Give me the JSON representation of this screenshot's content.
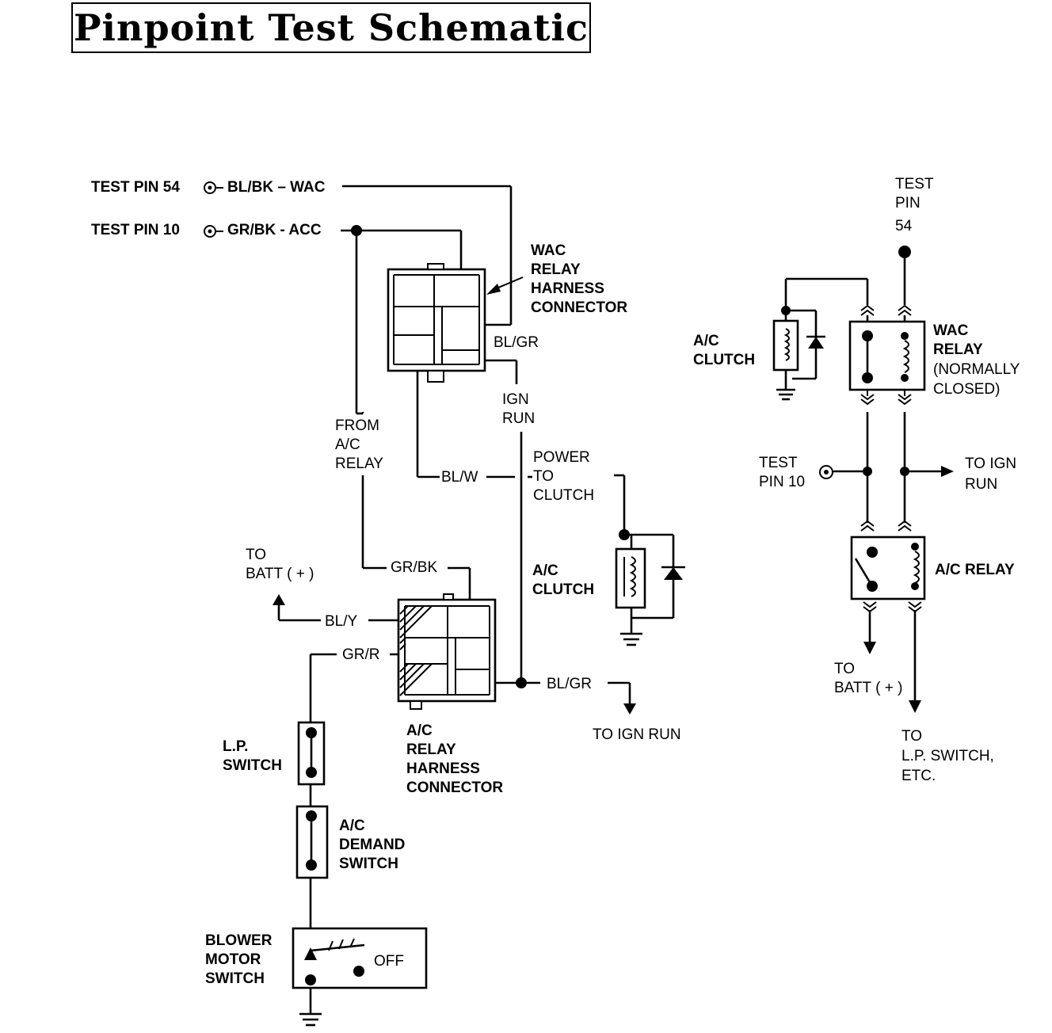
{
  "title": "Pinpoint Test Schematic",
  "labels": {
    "test_pin_54_line": "TEST PIN 54",
    "bl_bk_wac": "BL/BK – WAC",
    "test_pin_10_line": "TEST PIN 10",
    "gr_bk_acc": "GR/BK - ACC",
    "wac_relay_harness_connector": [
      "WAC",
      "RELAY",
      "HARNESS",
      "CONNECTOR"
    ],
    "bl_gr_top": "BL/GR",
    "ign_run": [
      "IGN",
      "RUN"
    ],
    "from_ac_relay": [
      "FROM",
      "A/C",
      "RELAY"
    ],
    "bl_w": "BL/W",
    "power_to_clutch": [
      "POWER",
      "TO",
      "CLUTCH"
    ],
    "ac_clutch_left": [
      "A/C",
      "CLUTCH"
    ],
    "to_batt_left": [
      "TO",
      "BATT ( + )"
    ],
    "bl_y": "BL/Y",
    "gr_bk_lower": "GR/BK",
    "gr_r": "GR/R",
    "bl_gr_lower": "BL/GR",
    "to_ign_run_lower": "TO IGN RUN",
    "ac_relay_harness_connector": [
      "A/C",
      "RELAY",
      "HARNESS",
      "CONNECTOR"
    ],
    "lp_switch": [
      "L.P.",
      "SWITCH"
    ],
    "ac_demand_switch": [
      "A/C",
      "DEMAND",
      "SWITCH"
    ],
    "blower_motor_switch": [
      "BLOWER",
      "MOTOR",
      "SWITCH"
    ],
    "off": "OFF",
    "test_pin_54_right": [
      "TEST",
      "PIN",
      "54"
    ],
    "ac_clutch_right": [
      "A/C",
      "CLUTCH"
    ],
    "wac_relay_right": [
      "WAC",
      "RELAY",
      "(NORMALLY",
      "CLOSED)"
    ],
    "test_pin_10_right": [
      "TEST",
      "PIN 10"
    ],
    "to_ign_run_right": [
      "TO IGN",
      "RUN"
    ],
    "ac_relay_right": "A/C RELAY",
    "to_batt_right": [
      "TO",
      "BATT ( + )"
    ],
    "to_lp_switch_right": [
      "TO",
      "L.P. SWITCH,",
      "ETC."
    ]
  }
}
